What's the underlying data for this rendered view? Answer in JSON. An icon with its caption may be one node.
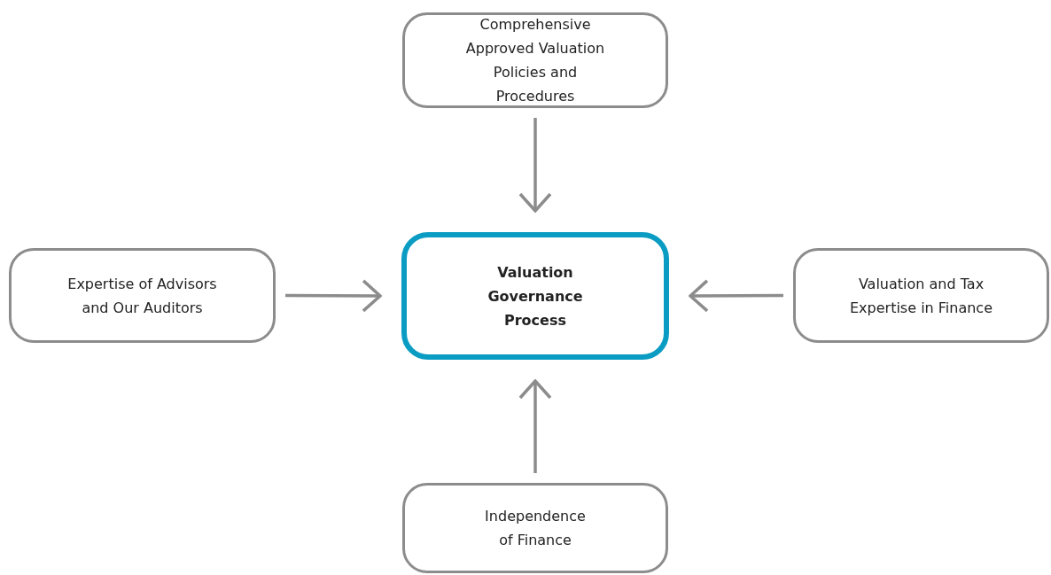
{
  "diagram": {
    "nodes": [
      {
        "text": [
          "Comprehensive Approved Valuation Policies and Procedures"
        ]
      },
      {
        "text": [
          "Expertise of Advisors and Our Auditors"
        ]
      },
      {
        "text": [
          "Valuation Governance Process"
        ]
      },
      {
        "text": [
          "Valuation and Tax Expertise in Finance"
        ]
      },
      {
        "text": [
          "Independence of Finance"
        ]
      }
    ],
    "edges": [
      {
        "from": 0,
        "to": 2,
        "arrow": "to"
      },
      {
        "from": 1,
        "to": 2,
        "arrow": "to"
      },
      {
        "from": 3,
        "to": 2,
        "arrow": "to"
      },
      {
        "from": 4,
        "to": 2,
        "arrow": "to"
      }
    ]
  }
}
